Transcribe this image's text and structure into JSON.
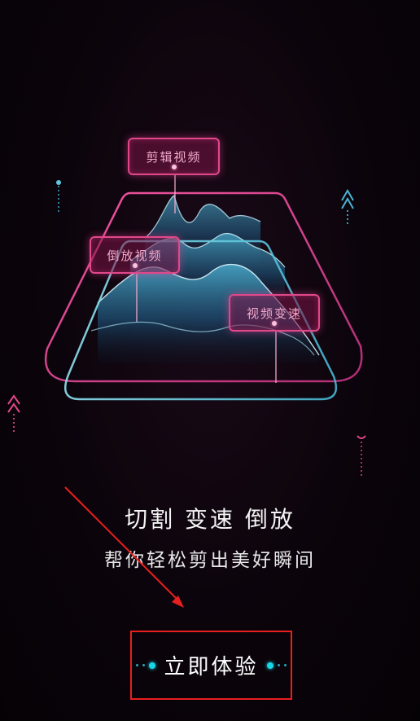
{
  "illustration": {
    "tags": [
      {
        "label": "剪辑视频"
      },
      {
        "label": "倒放视频"
      },
      {
        "label": "视频变速"
      }
    ]
  },
  "headline": "切割 变速 倒放",
  "subline": "帮你轻松剪出美好瞬间",
  "cta": {
    "label": "立即体验"
  },
  "colors": {
    "background": "#060208",
    "pink_neon": "#e0488a",
    "cyan_neon": "#19d6e6",
    "annotation_red": "#e81f1f"
  }
}
